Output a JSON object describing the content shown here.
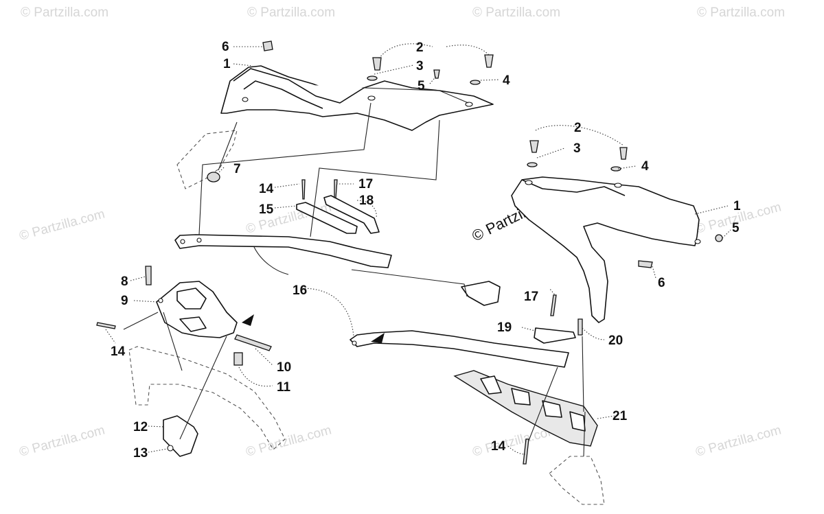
{
  "watermark": {
    "tile_text": "© Partzilla.com",
    "main_text": "© Partzilla.com"
  },
  "callouts": {
    "c1_left": "1",
    "c2_left": "2",
    "c3_left": "3",
    "c4_left": "4",
    "c5_left": "5",
    "c6_left": "6",
    "c7": "7",
    "c14_top": "14",
    "c17_top": "17",
    "c15": "15",
    "c18": "18",
    "c2_right": "2",
    "c3_right": "3",
    "c4_right": "4",
    "c1_right": "1",
    "c5_right": "5",
    "c6_right": "6",
    "c8": "8",
    "c9": "9",
    "c14_left": "14",
    "c10": "10",
    "c11": "11",
    "c12": "12",
    "c13": "13",
    "c16": "16",
    "c17_right": "17",
    "c19": "19",
    "c20": "20",
    "c21": "21",
    "c14_bottom": "14"
  }
}
